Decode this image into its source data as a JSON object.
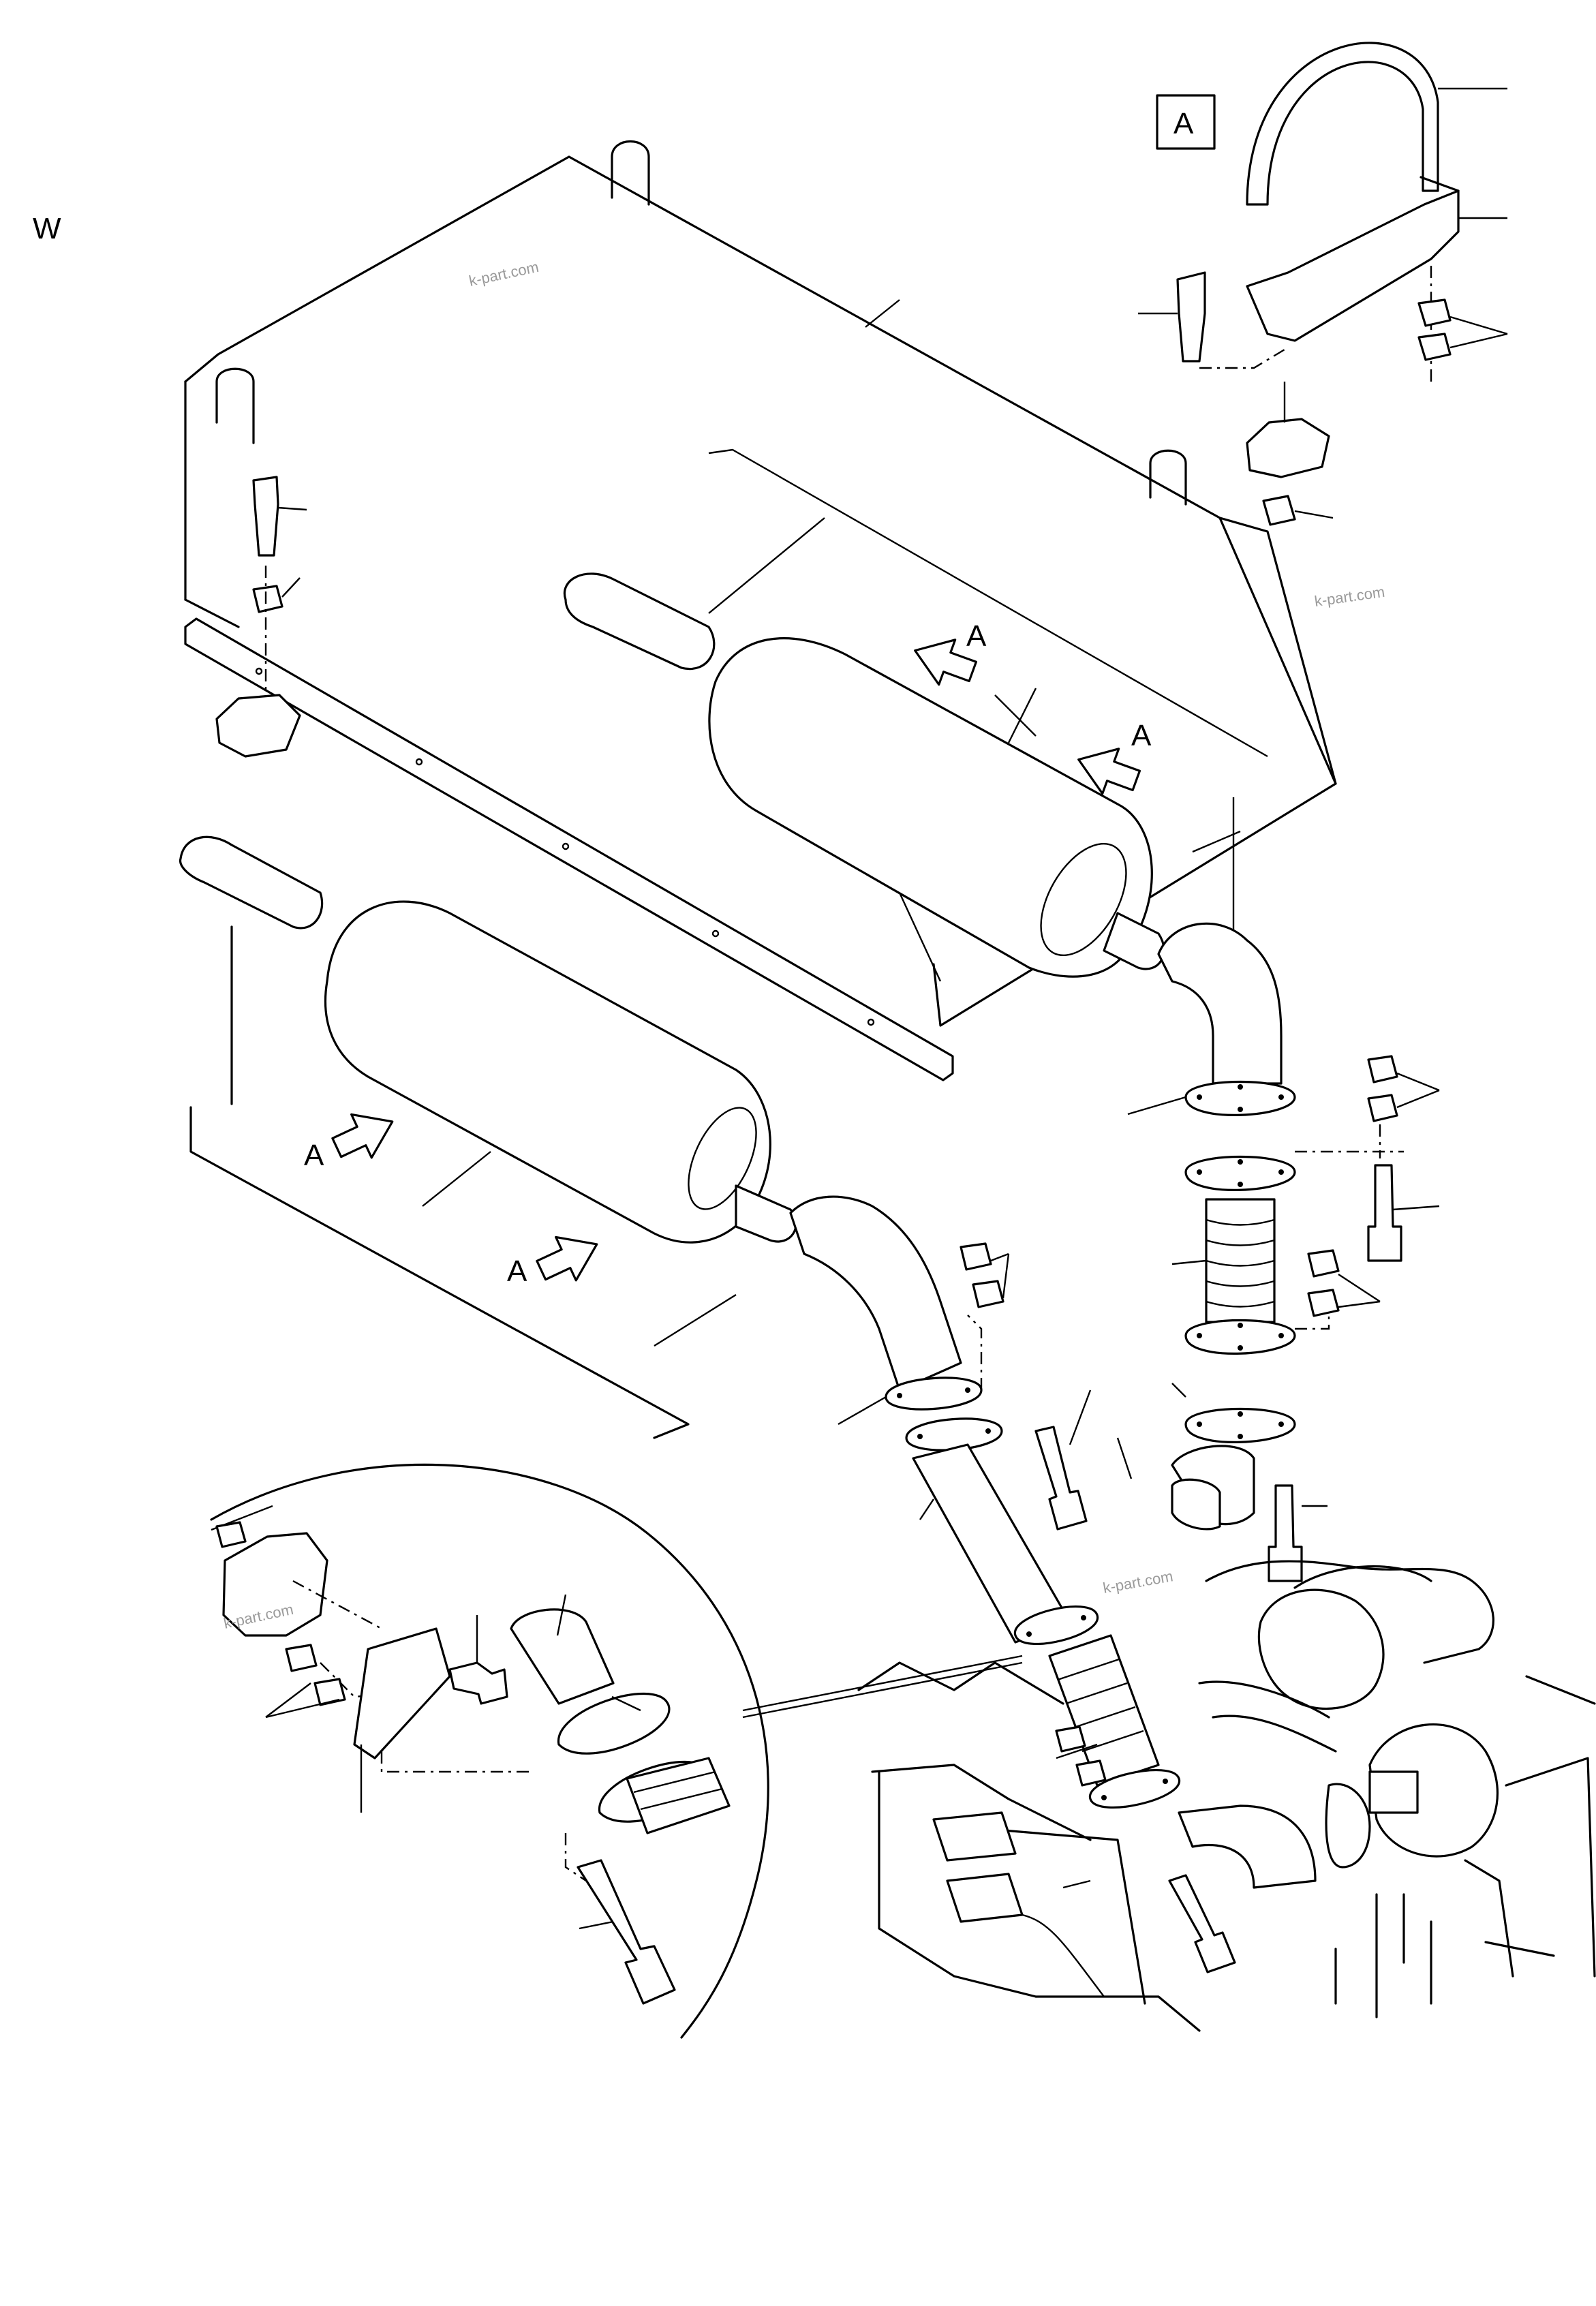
{
  "corner_label": "W",
  "detail_box_label": "A",
  "flow_arrows": [
    {
      "label": "A"
    },
    {
      "label": "A"
    },
    {
      "label": "A"
    },
    {
      "label": "A"
    }
  ],
  "watermarks": [
    "k-part.com",
    "k-part.com",
    "k-part.com",
    "k-part.com"
  ],
  "colors": {
    "line": "#000000",
    "background": "#ffffff",
    "watermark": "#9a9a9a"
  }
}
